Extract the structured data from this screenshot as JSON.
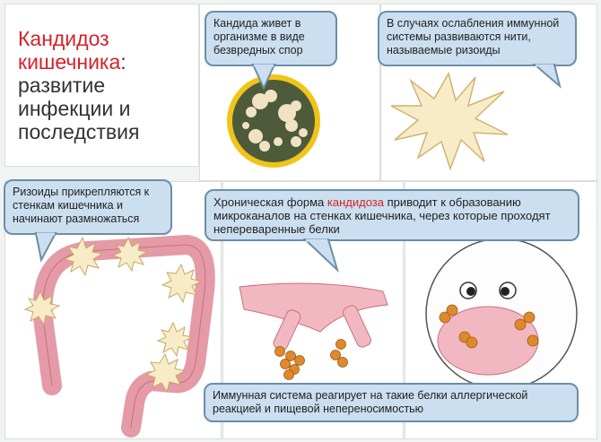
{
  "title": {
    "part1": "Кандидоз кишечника",
    "part2": ": развитие инфекции и последствия"
  },
  "bubbles": {
    "spores": "Кандида живет в организме в виде безвредных спор",
    "rhizoids_form": "В случаях ослабления иммунной системы развиваются нити, называемые ризоиды",
    "attach": "Ризоиды прикрепляются к стенкам кишечника и начинают размножаться",
    "chronic_before": "Хроническая форма ",
    "chronic_highlight": "кандидоза",
    "chronic_after": " приводит к образованию микроканалов на стенках кишечника, через которые проходят непереваренные белки",
    "immune": "Иммунная система реагирует на такие белки аллергической реакцией и пищевой непереносимостью"
  },
  "colors": {
    "accent_red": "#d3232a",
    "bubble_fill": "#cbdff0",
    "bubble_border": "#6c8ea8",
    "intestine": "#e59aa8",
    "candida": "#f8ecc8",
    "protein": "#e0892c"
  }
}
